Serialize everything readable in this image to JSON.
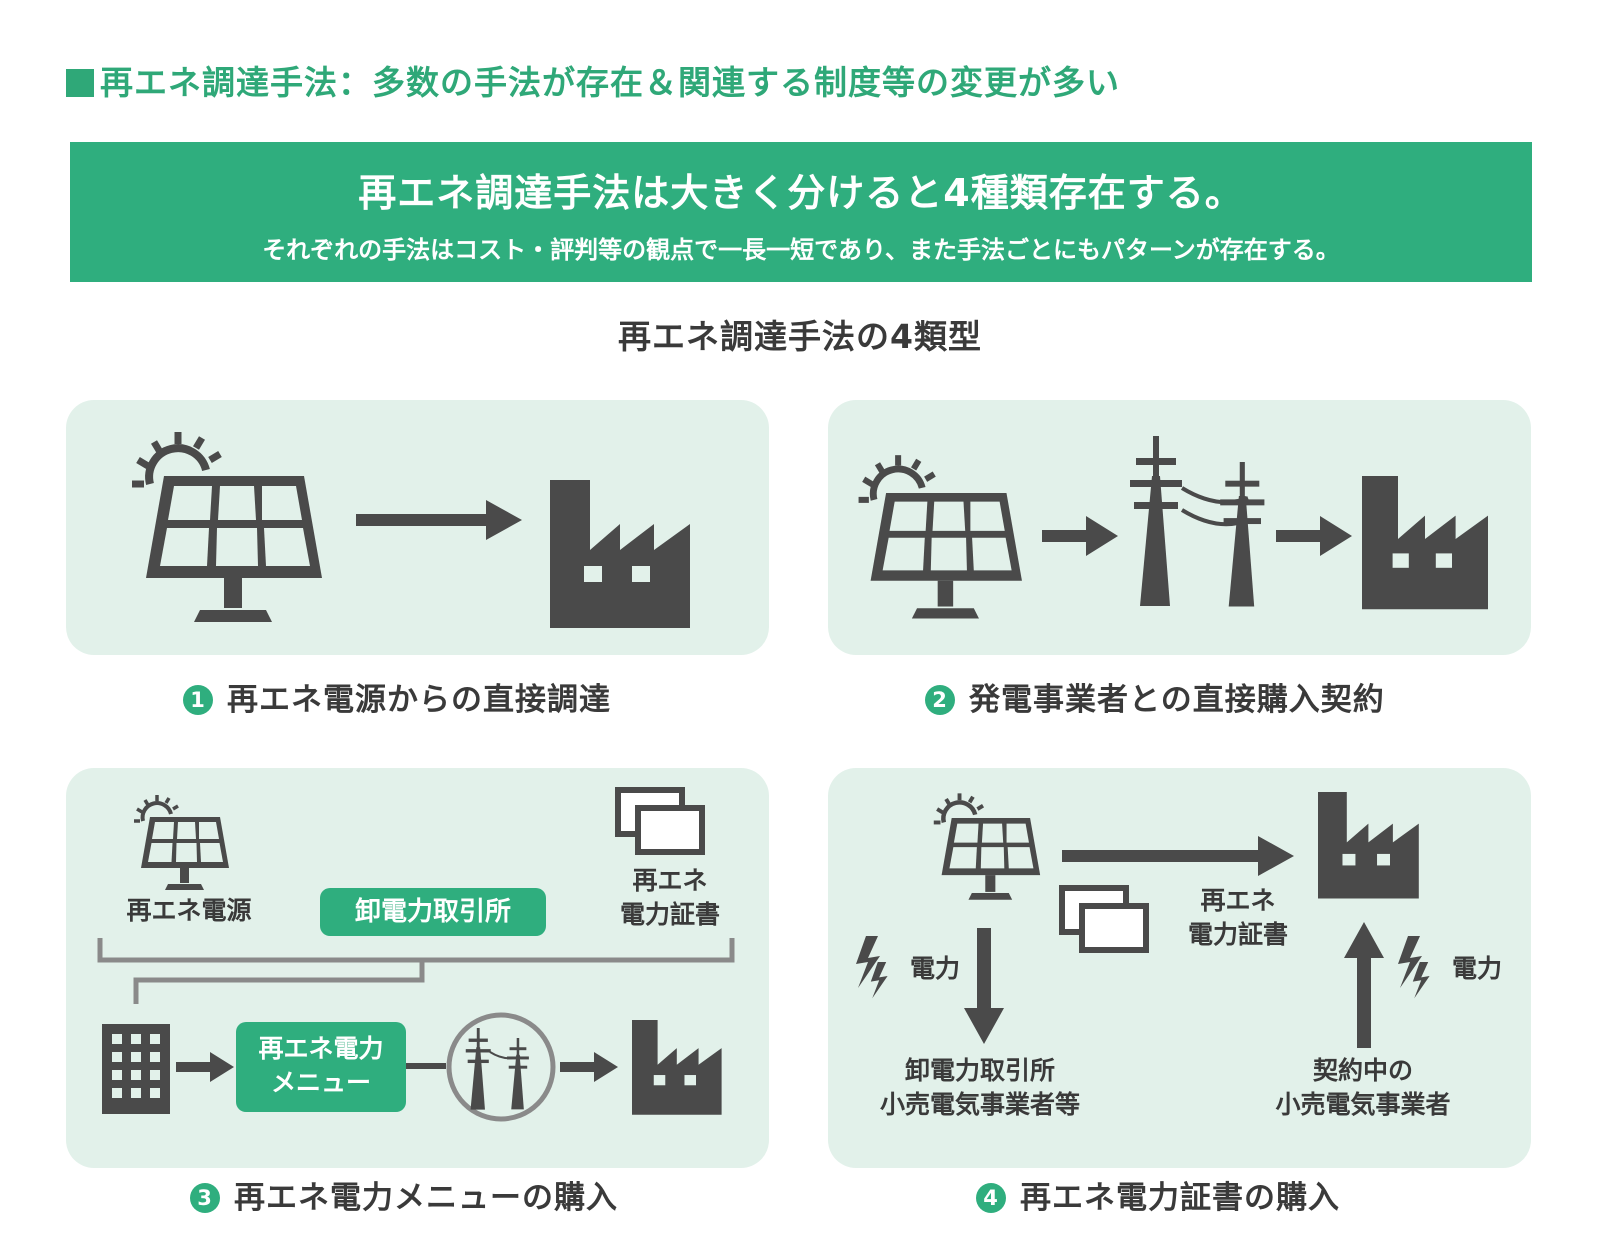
{
  "header": {
    "title": "再エネ調達手法：多数の手法が存在＆関連する制度等の変更が多い"
  },
  "banner": {
    "main": "再エネ調達手法は大きく分けると4種類存在する。",
    "sub": "それぞれの手法はコスト・評判等の観点で一長一短であり、また手法ごとにもパターンが存在する。"
  },
  "section_title": "再エネ調達手法の4類型",
  "colors": {
    "accent": "#2fae7e",
    "panel": "#e2f1ea",
    "icon": "#4a4a4a"
  },
  "types": [
    {
      "number": "1",
      "caption": "再エネ電源からの直接調達"
    },
    {
      "number": "2",
      "caption": "発電事業者との直接購入契約"
    },
    {
      "number": "3",
      "caption": "再エネ電力メニューの購入"
    },
    {
      "number": "4",
      "caption": "再エネ電力証書の購入"
    }
  ],
  "panel3": {
    "source": "再エネ電源",
    "market": "卸電力取引所",
    "certificate": "再エネ\n電力証書",
    "menu": "再エネ電力\nメニュー"
  },
  "panel4": {
    "certificate": "再エネ\n電力証書",
    "power_left": "電力",
    "power_right": "電力",
    "left_dest": "卸電力取引所\n小売電気事業者等",
    "right_source": "契約中の\n小売電気事業者"
  }
}
